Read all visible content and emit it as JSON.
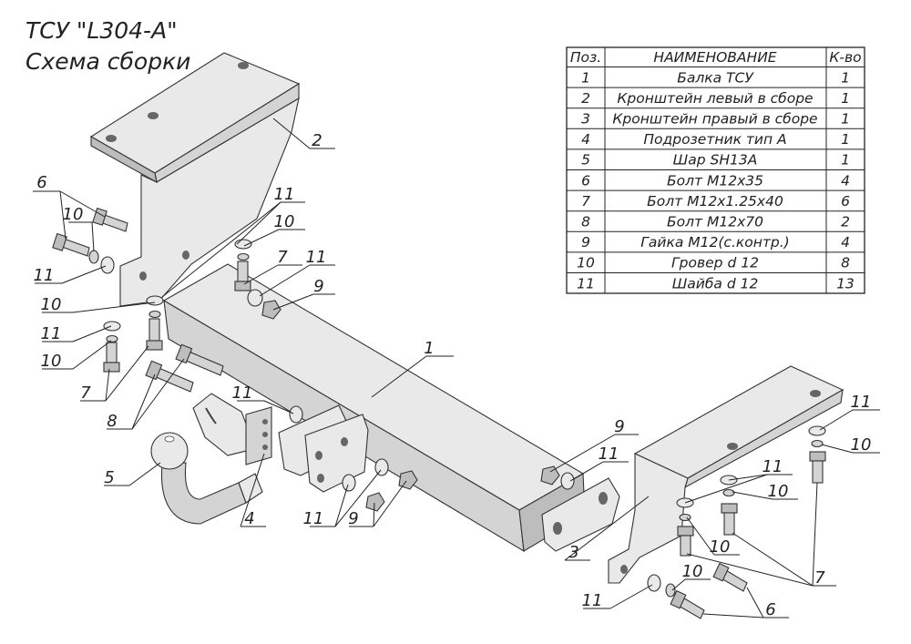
{
  "title": {
    "line1": "ТСУ \"L304-A\"",
    "line2": "Схема сборки"
  },
  "table": {
    "headers": [
      "Поз.",
      "НАИМЕНОВАНИЕ",
      "К-во"
    ],
    "rows": [
      {
        "pos": "1",
        "name": "Балка ТСУ",
        "qty": "1"
      },
      {
        "pos": "2",
        "name": "Кронштейн левый в сборе",
        "qty": "1"
      },
      {
        "pos": "3",
        "name": "Кронштейн правый в сборе",
        "qty": "1"
      },
      {
        "pos": "4",
        "name": "Подрозетник тип А",
        "qty": "1"
      },
      {
        "pos": "5",
        "name": "Шар SH13A",
        "qty": "1"
      },
      {
        "pos": "6",
        "name": "Болт М12х35",
        "qty": "4"
      },
      {
        "pos": "7",
        "name": "Болт М12х1.25х40",
        "qty": "6"
      },
      {
        "pos": "8",
        "name": "Болт М12х70",
        "qty": "2"
      },
      {
        "pos": "9",
        "name": "Гайка М12(с.контр.)",
        "qty": "4"
      },
      {
        "pos": "10",
        "name": "Гровер d 12",
        "qty": "8"
      },
      {
        "pos": "11",
        "name": "Шайба d 12",
        "qty": "13"
      }
    ]
  },
  "callouts": [
    "6",
    "10",
    "11",
    "2",
    "11",
    "10",
    "7",
    "11",
    "9",
    "10",
    "11",
    "10",
    "7",
    "8",
    "11",
    "1",
    "5",
    "4",
    "11",
    "9",
    "9",
    "11",
    "11",
    "10",
    "11",
    "10",
    "3",
    "10",
    "7",
    "11",
    "10",
    "6"
  ]
}
